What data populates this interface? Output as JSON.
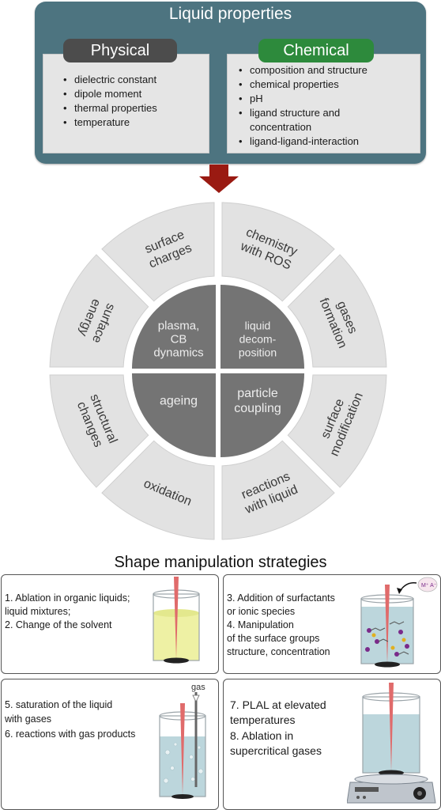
{
  "liquid_properties": {
    "title": "Liquid properties",
    "physical": {
      "label": "Physical",
      "items": [
        "dielectric constant",
        "dipole moment",
        "thermal properties",
        "temperature"
      ]
    },
    "chemical": {
      "label": "Chemical",
      "items": [
        "composition and structure",
        "chemical properties",
        "pH",
        "ligand structure and",
        "concentration",
        "ligand-ligand-interaction"
      ]
    }
  },
  "wheel": {
    "outer": [
      [
        "surface",
        "charges"
      ],
      [
        "chemistry",
        "with ROS"
      ],
      [
        "gases",
        "formation"
      ],
      [
        "surface",
        "modification"
      ],
      [
        "reactions",
        "with liquid"
      ],
      [
        "oxidation"
      ],
      [
        "structural",
        "changes"
      ],
      [
        "surface",
        "energy"
      ]
    ],
    "center": [
      [
        "plasma,",
        "CB",
        "dynamics"
      ],
      [
        "liquid",
        "decom-",
        "position"
      ],
      [
        "particle",
        "coupling"
      ],
      [
        "ageing"
      ]
    ]
  },
  "strategies": {
    "title": "Shape manipulation strategies",
    "p1": [
      "1. Ablation in organic liquids;",
      "    liquid mixtures;",
      "2. Change of the solvent"
    ],
    "p2": [
      "3. Addition of surfactants",
      "    or ionic species",
      "4. Manipulation",
      "    of the surface groups",
      "    structure, concentration"
    ],
    "p2_ion_label": "M⁺ A⁻",
    "p3": [
      "5. saturation of the liquid",
      "    with gases",
      "6. reactions with gas products"
    ],
    "p3_gas_label": "gas",
    "p4": [
      "7. PLAL at elevated",
      "    temperatures",
      "8. Ablation in",
      "    supercritical gases"
    ]
  },
  "colors": {
    "panel": "#4d7480",
    "physical": "#4c4c4c",
    "chemical": "#2d8a3c",
    "arrow": "#9a1a12",
    "wheel_segment": "#e2e2e2",
    "wheel_center": "#747474",
    "laser": "#e06b6b"
  }
}
